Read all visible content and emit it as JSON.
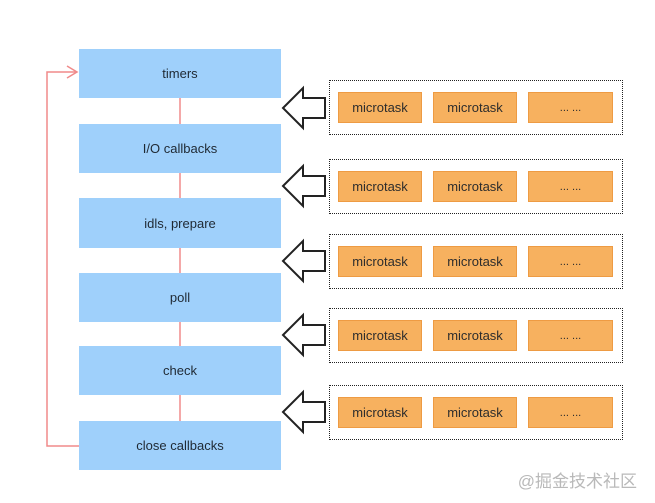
{
  "phases": [
    {
      "label": "timers"
    },
    {
      "label": "I/O callbacks"
    },
    {
      "label": "idls, prepare"
    },
    {
      "label": "poll"
    },
    {
      "label": "check"
    },
    {
      "label": "close callbacks"
    }
  ],
  "queues": [
    {
      "tasks": [
        "microtask",
        "microtask",
        "... ..."
      ]
    },
    {
      "tasks": [
        "microtask",
        "microtask",
        "... ..."
      ]
    },
    {
      "tasks": [
        "microtask",
        "microtask",
        "... ..."
      ]
    },
    {
      "tasks": [
        "microtask",
        "microtask",
        "... ..."
      ]
    },
    {
      "tasks": [
        "microtask",
        "microtask",
        "... ..."
      ]
    }
  ],
  "watermark": "@掘金技术社区",
  "colors": {
    "phase_fill": "#9fd0fb",
    "task_fill": "#f7b15f",
    "loop_arrow": "#f08a8a",
    "connector": "#f08a8a"
  }
}
